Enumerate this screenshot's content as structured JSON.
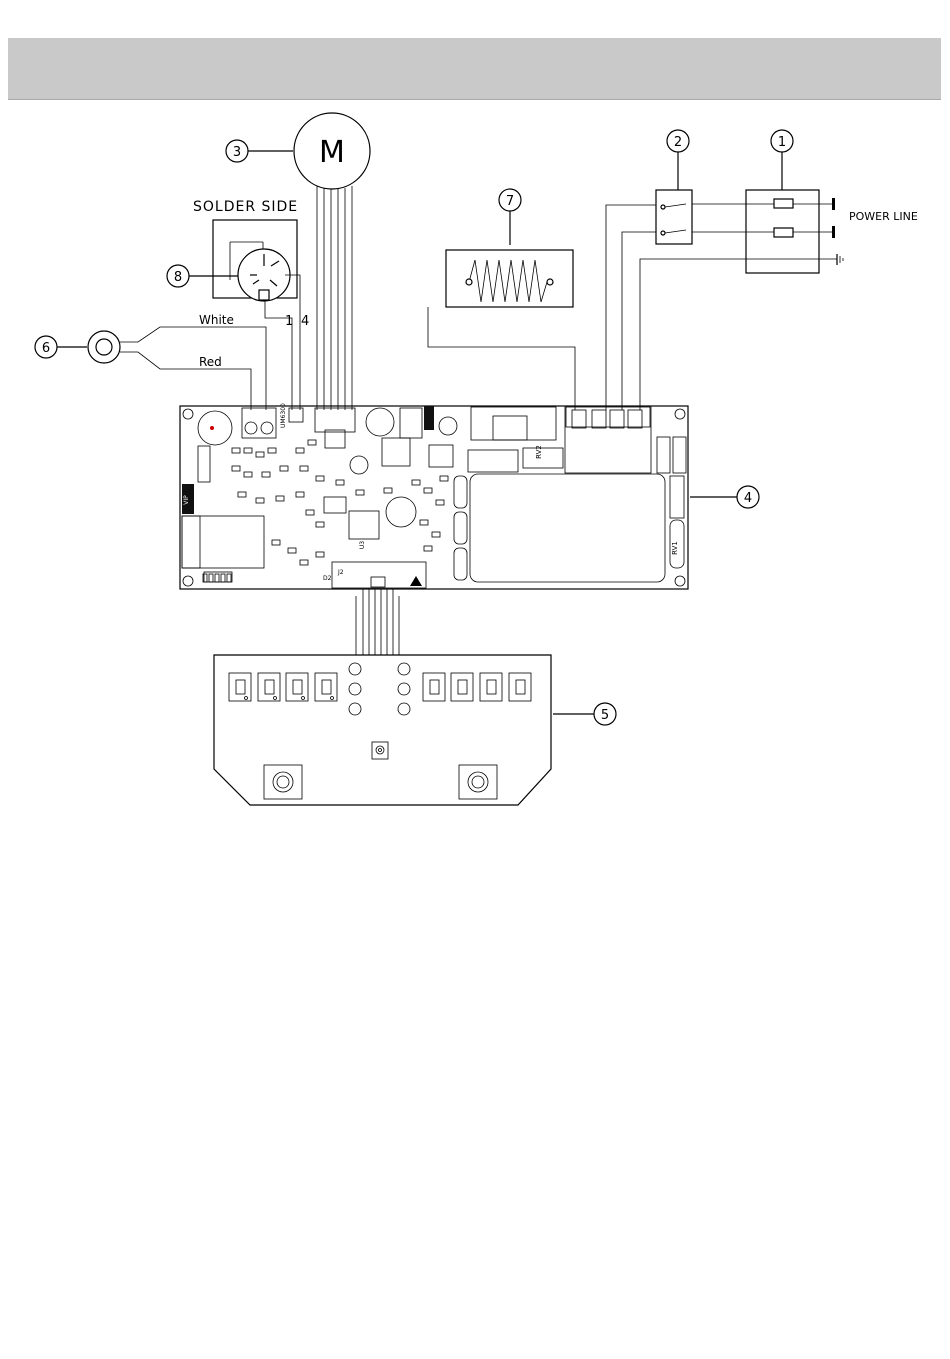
{
  "header": {
    "band_color": "#c9c9c9"
  },
  "labels": {
    "solder_side": "SOLDER SIDE",
    "power_line": "POWER LINE",
    "motor": "M",
    "wire_white": "White",
    "wire_red": "Red",
    "pin_1": "1",
    "pin_4": "4"
  },
  "callouts": [
    "1",
    "2",
    "3",
    "4",
    "5",
    "6",
    "7",
    "8"
  ],
  "pcb_marks": {
    "rv1": "RV1",
    "rv2": "RV2",
    "vip": "VIP",
    "u3": "U3",
    "j2": "J2",
    "d2": "D2",
    "part_no": "UM6300"
  }
}
